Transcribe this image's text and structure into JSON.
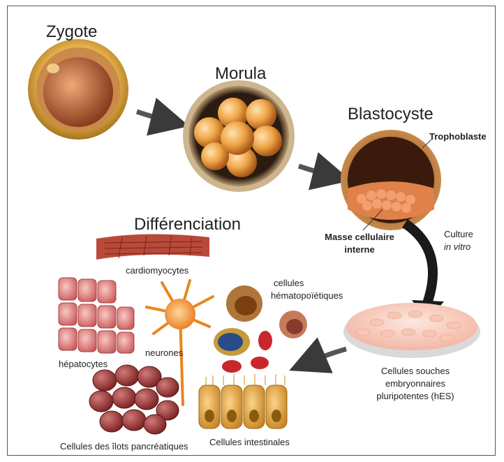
{
  "stages": {
    "zygote": "Zygote",
    "morula": "Morula",
    "blastocyst": "Blastocyste",
    "differentiation": "Différenciation"
  },
  "labels": {
    "trophoblast": "Trophoblaste",
    "icm_line1": "Masse cellulaire",
    "icm_line2": "interne",
    "culture_line1": "Culture",
    "culture_line2": "in vitro",
    "hes_line1": "Cellules souches",
    "hes_line2": "embryonnaires",
    "hes_line3": "pluripotentes (hES)"
  },
  "cell_types": {
    "cardiomyocytes": "cardiomyocytes",
    "hematopoietic_line1": "cellules",
    "hematopoietic_line2": "hématopoïétiques",
    "neurons": "neurones",
    "hepatocytes": "hépatocytes",
    "pancreatic": "Cellules des îlots pancréatiques",
    "intestinal": "Cellules intestinales"
  },
  "colors": {
    "cell_orange": "#e8953a",
    "red": "#c8282b",
    "arrow": "#3a3a3a"
  }
}
